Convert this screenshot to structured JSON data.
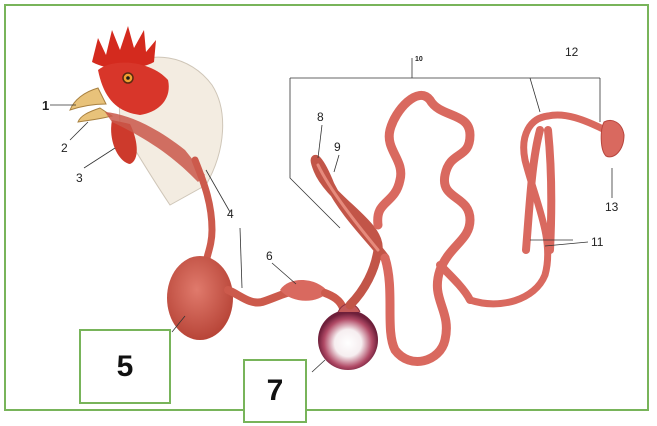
{
  "labels": {
    "l1": "1",
    "l2": "2",
    "l3": "3",
    "l4": "4",
    "l6": "6",
    "l8": "8",
    "l9": "9",
    "l10": "10",
    "l11": "11",
    "l12": "12",
    "l13": "13"
  },
  "answer_boxes": {
    "b5": "5",
    "b7": "7"
  },
  "colors": {
    "organ": "#d9695f",
    "organ_dark": "#b8453d",
    "comb": "#d42a1e",
    "frame": "#78b45a",
    "skin": "#f3ece1"
  }
}
